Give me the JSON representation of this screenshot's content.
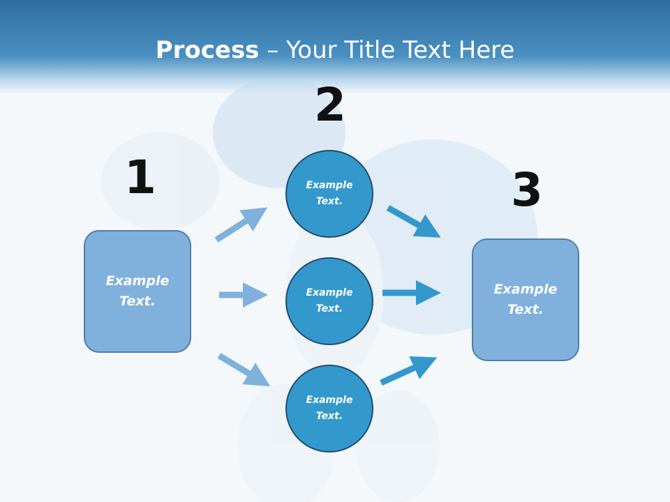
{
  "title": {
    "bold": "Process",
    "rest": " – Your Title Text Here"
  },
  "steps": {
    "one": "1",
    "two": "2",
    "three": "3"
  },
  "boxes": {
    "left": "Example Text.",
    "right": "Example Text."
  },
  "circles": {
    "top": "Example Text.",
    "middle": "Example Text.",
    "bottom": "Example Text."
  },
  "colors": {
    "box_fill": "#7fb1dc",
    "circle_fill": "#3399cc",
    "arrow_light": "#7fb1dc",
    "arrow_dark": "#3399cc",
    "header": "#2f6f9f"
  }
}
